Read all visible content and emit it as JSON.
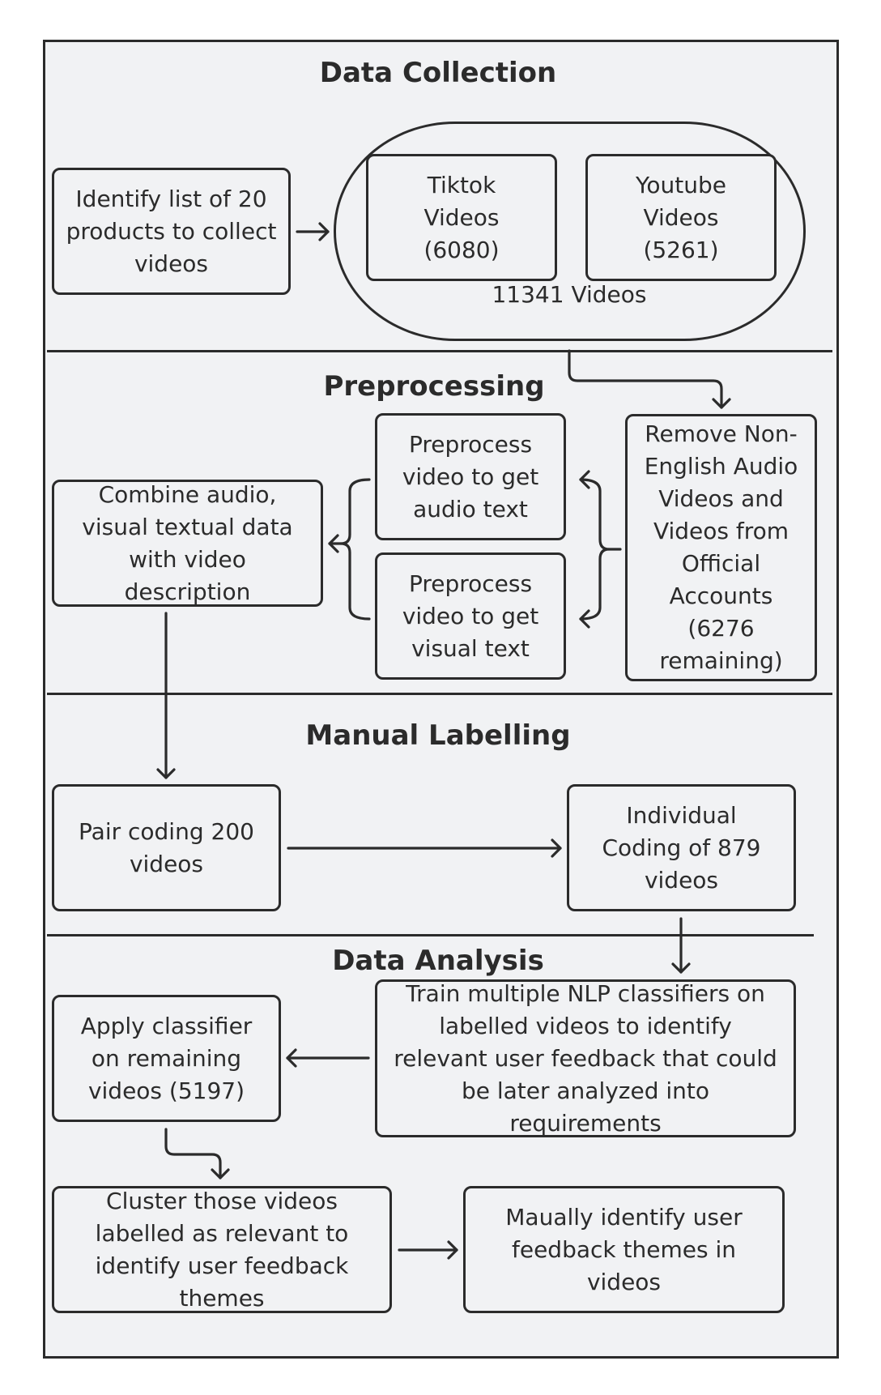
{
  "sections": {
    "data_collection": "Data Collection",
    "preprocessing": "Preprocessing",
    "manual_labelling": "Manual Labelling",
    "data_analysis": "Data Analysis"
  },
  "boxes": {
    "identify_products": "Identify list of 20 products to collect videos",
    "tiktok": "Tiktok Videos (6080)",
    "youtube": "Youtube Videos (5261)",
    "total_videos": "11341 Videos",
    "remove_non_english": "Remove Non-English Audio Videos and Videos from Official Accounts (6276 remaining)",
    "audio_text": "Preprocess video to get audio text",
    "visual_text": "Preprocess video to get visual text",
    "combine": "Combine audio, visual textual data with video description",
    "pair_coding": "Pair coding 200 videos",
    "individual_coding": "Individual Coding of 879 videos",
    "train_classifiers": "Train multiple NLP classifiers on labelled videos to identify relevant user feedback that could be later analyzed into requirements",
    "apply_classifier": "Apply classifier on remaining videos (5197)",
    "cluster": "Cluster those videos labelled as relevant to identify user feedback themes",
    "manual_themes": "Maually identify user feedback themes in videos"
  }
}
